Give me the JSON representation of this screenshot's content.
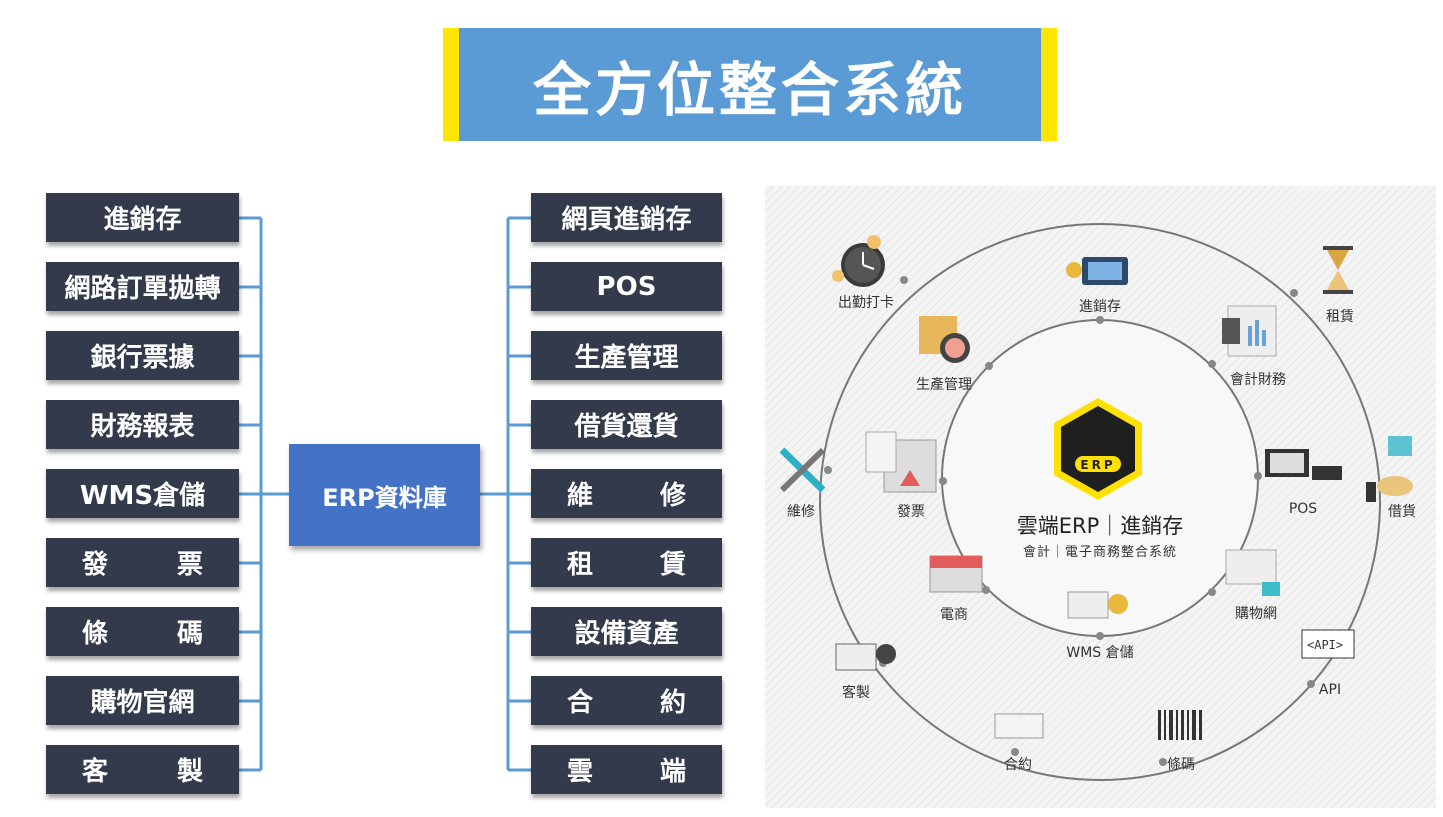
{
  "title": "全方位整合系統",
  "left_items": [
    "進銷存",
    "網路訂單拋轉",
    "銀行票據",
    "財務報表",
    "WMS倉儲",
    "發票",
    "條碼",
    "購物官網",
    "客製"
  ],
  "left_spread": [
    {
      "a": "發",
      "b": "票"
    },
    {
      "a": "條",
      "b": "碼"
    },
    {
      "a": "客",
      "b": "製"
    }
  ],
  "center": "ERP資料庫",
  "right_items": [
    "網頁進銷存",
    "POS",
    "生產管理",
    "借貨還貨",
    "維修",
    "租賃",
    "設備資產",
    "合約",
    "雲端"
  ],
  "right_spread": [
    {
      "a": "維",
      "b": "修"
    },
    {
      "a": "租",
      "b": "賃"
    },
    {
      "a": "合",
      "b": "約"
    },
    {
      "a": "雲",
      "b": "端"
    }
  ],
  "diagram": {
    "center_title": "雲端ERP｜進銷存",
    "center_subtitle": "會計｜電子商務整合系統",
    "logo_text": "ERP",
    "inner_nodes": {
      "inventory": "進銷存",
      "production": "生產管理",
      "accounting": "會計財務",
      "invoice": "發票",
      "pos": "POS",
      "ecommerce": "電商",
      "shopping": "購物網",
      "wms": "WMS 倉儲"
    },
    "outer_nodes": {
      "attendance": "出勤打卡",
      "rental": "租賃",
      "repair": "維修",
      "lending": "借貨",
      "custom": "客製",
      "api": "API",
      "contract": "合約",
      "barcode": "條碼"
    },
    "api_icon_text": "<API>",
    "colors": {
      "title_bg": "#5b9bd5",
      "title_accent": "#ffe500",
      "box_bg": "#323a4b",
      "center_bg": "#4472c4",
      "connector": "#5b9bd5",
      "logo_yellow": "#ffe000"
    }
  }
}
